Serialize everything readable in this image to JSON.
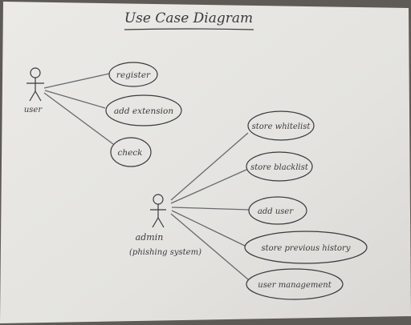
{
  "diagram": {
    "title": "Use Case Diagram",
    "actors": [
      {
        "id": "user",
        "label": "user"
      },
      {
        "id": "admin",
        "label": "admin",
        "sublabel": "(phishing system)"
      }
    ],
    "use_cases": [
      {
        "id": "register",
        "label": "register",
        "actor": "user"
      },
      {
        "id": "add-extension",
        "label": "add extension",
        "actor": "user"
      },
      {
        "id": "check",
        "label": "check",
        "actor": "user"
      },
      {
        "id": "store-whitelist",
        "label": "store whitelist",
        "actor": "admin"
      },
      {
        "id": "store-blacklist",
        "label": "store blacklist",
        "actor": "admin"
      },
      {
        "id": "add-user",
        "label": "add user",
        "actor": "admin"
      },
      {
        "id": "store-previous-history",
        "label": "store previous history",
        "actor": "admin"
      },
      {
        "id": "user-management",
        "label": "user management",
        "actor": "admin"
      }
    ]
  },
  "colors": {
    "paper": "#e6e5e1",
    "ink": "#3a3a3a",
    "pencil": "#555555",
    "background": "#5e5a55"
  }
}
